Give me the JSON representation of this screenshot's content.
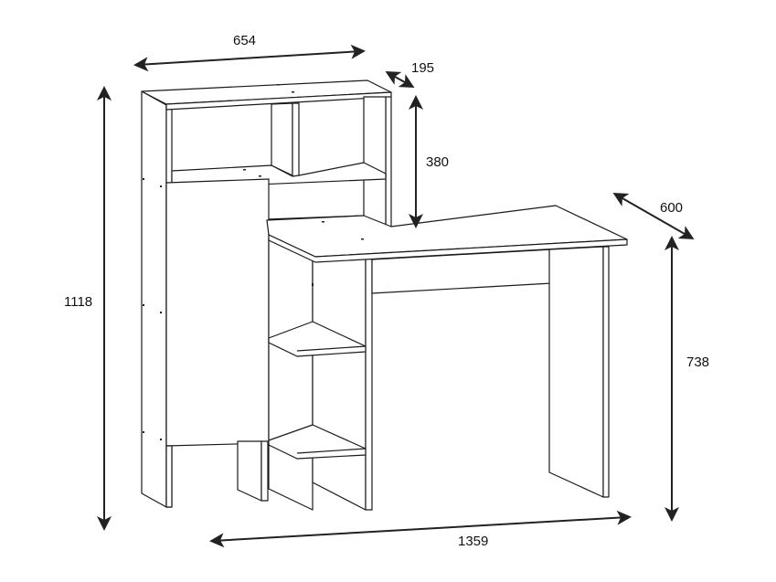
{
  "diagram": {
    "subject": "Desk with hutch and side cabinet",
    "units": "mm",
    "dimensions": {
      "hutch_width": "654",
      "hutch_depth": "195",
      "hutch_height": "380",
      "total_height": "1118",
      "desk_depth": "600",
      "desk_height": "738",
      "total_width": "1359"
    }
  }
}
